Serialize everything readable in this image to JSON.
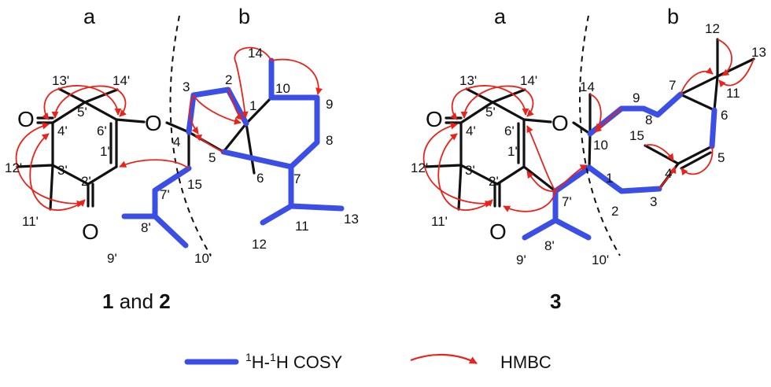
{
  "structure_left": {
    "fragment_a": "a",
    "fragment_b": "b",
    "caption": {
      "c1": "1",
      "and": " and ",
      "c2": "2"
    },
    "atoms": {
      "o_ketone_top": "O",
      "o_ketone_bottom": "O",
      "o_ether": "O"
    },
    "locants": [
      "13'",
      "14'",
      "5'",
      "4'",
      "6'",
      "12'",
      "3'",
      "1'",
      "2'",
      "11'",
      "7'",
      "8'",
      "9'",
      "10'",
      "15",
      "4",
      "3",
      "2",
      "1",
      "5",
      "6",
      "7",
      "8",
      "9",
      "10",
      "14",
      "11",
      "12",
      "13"
    ]
  },
  "structure_right": {
    "fragment_a": "a",
    "fragment_b": "b",
    "caption": "3",
    "atoms": {
      "o_ketone_top": "O",
      "o_ketone_bottom": "O",
      "o_ether": "O"
    },
    "locants": [
      "13'",
      "14'",
      "5'",
      "4'",
      "6'",
      "12'",
      "3'",
      "1'",
      "2'",
      "11'",
      "7'",
      "8'",
      "9'",
      "10'",
      "14",
      "10",
      "9",
      "8",
      "1",
      "2",
      "3",
      "15",
      "4",
      "5",
      "6",
      "7",
      "11",
      "12",
      "13"
    ]
  },
  "legend": {
    "cosy_label": "1H-1H COSY",
    "cosy_sup1": "1",
    "cosy_h1": "H-",
    "cosy_sup2": "1",
    "cosy_h2": "H COSY",
    "hmbc_label": "HMBC",
    "cosy_color": "#3b4fe6",
    "hmbc_color": "#e8231b"
  }
}
